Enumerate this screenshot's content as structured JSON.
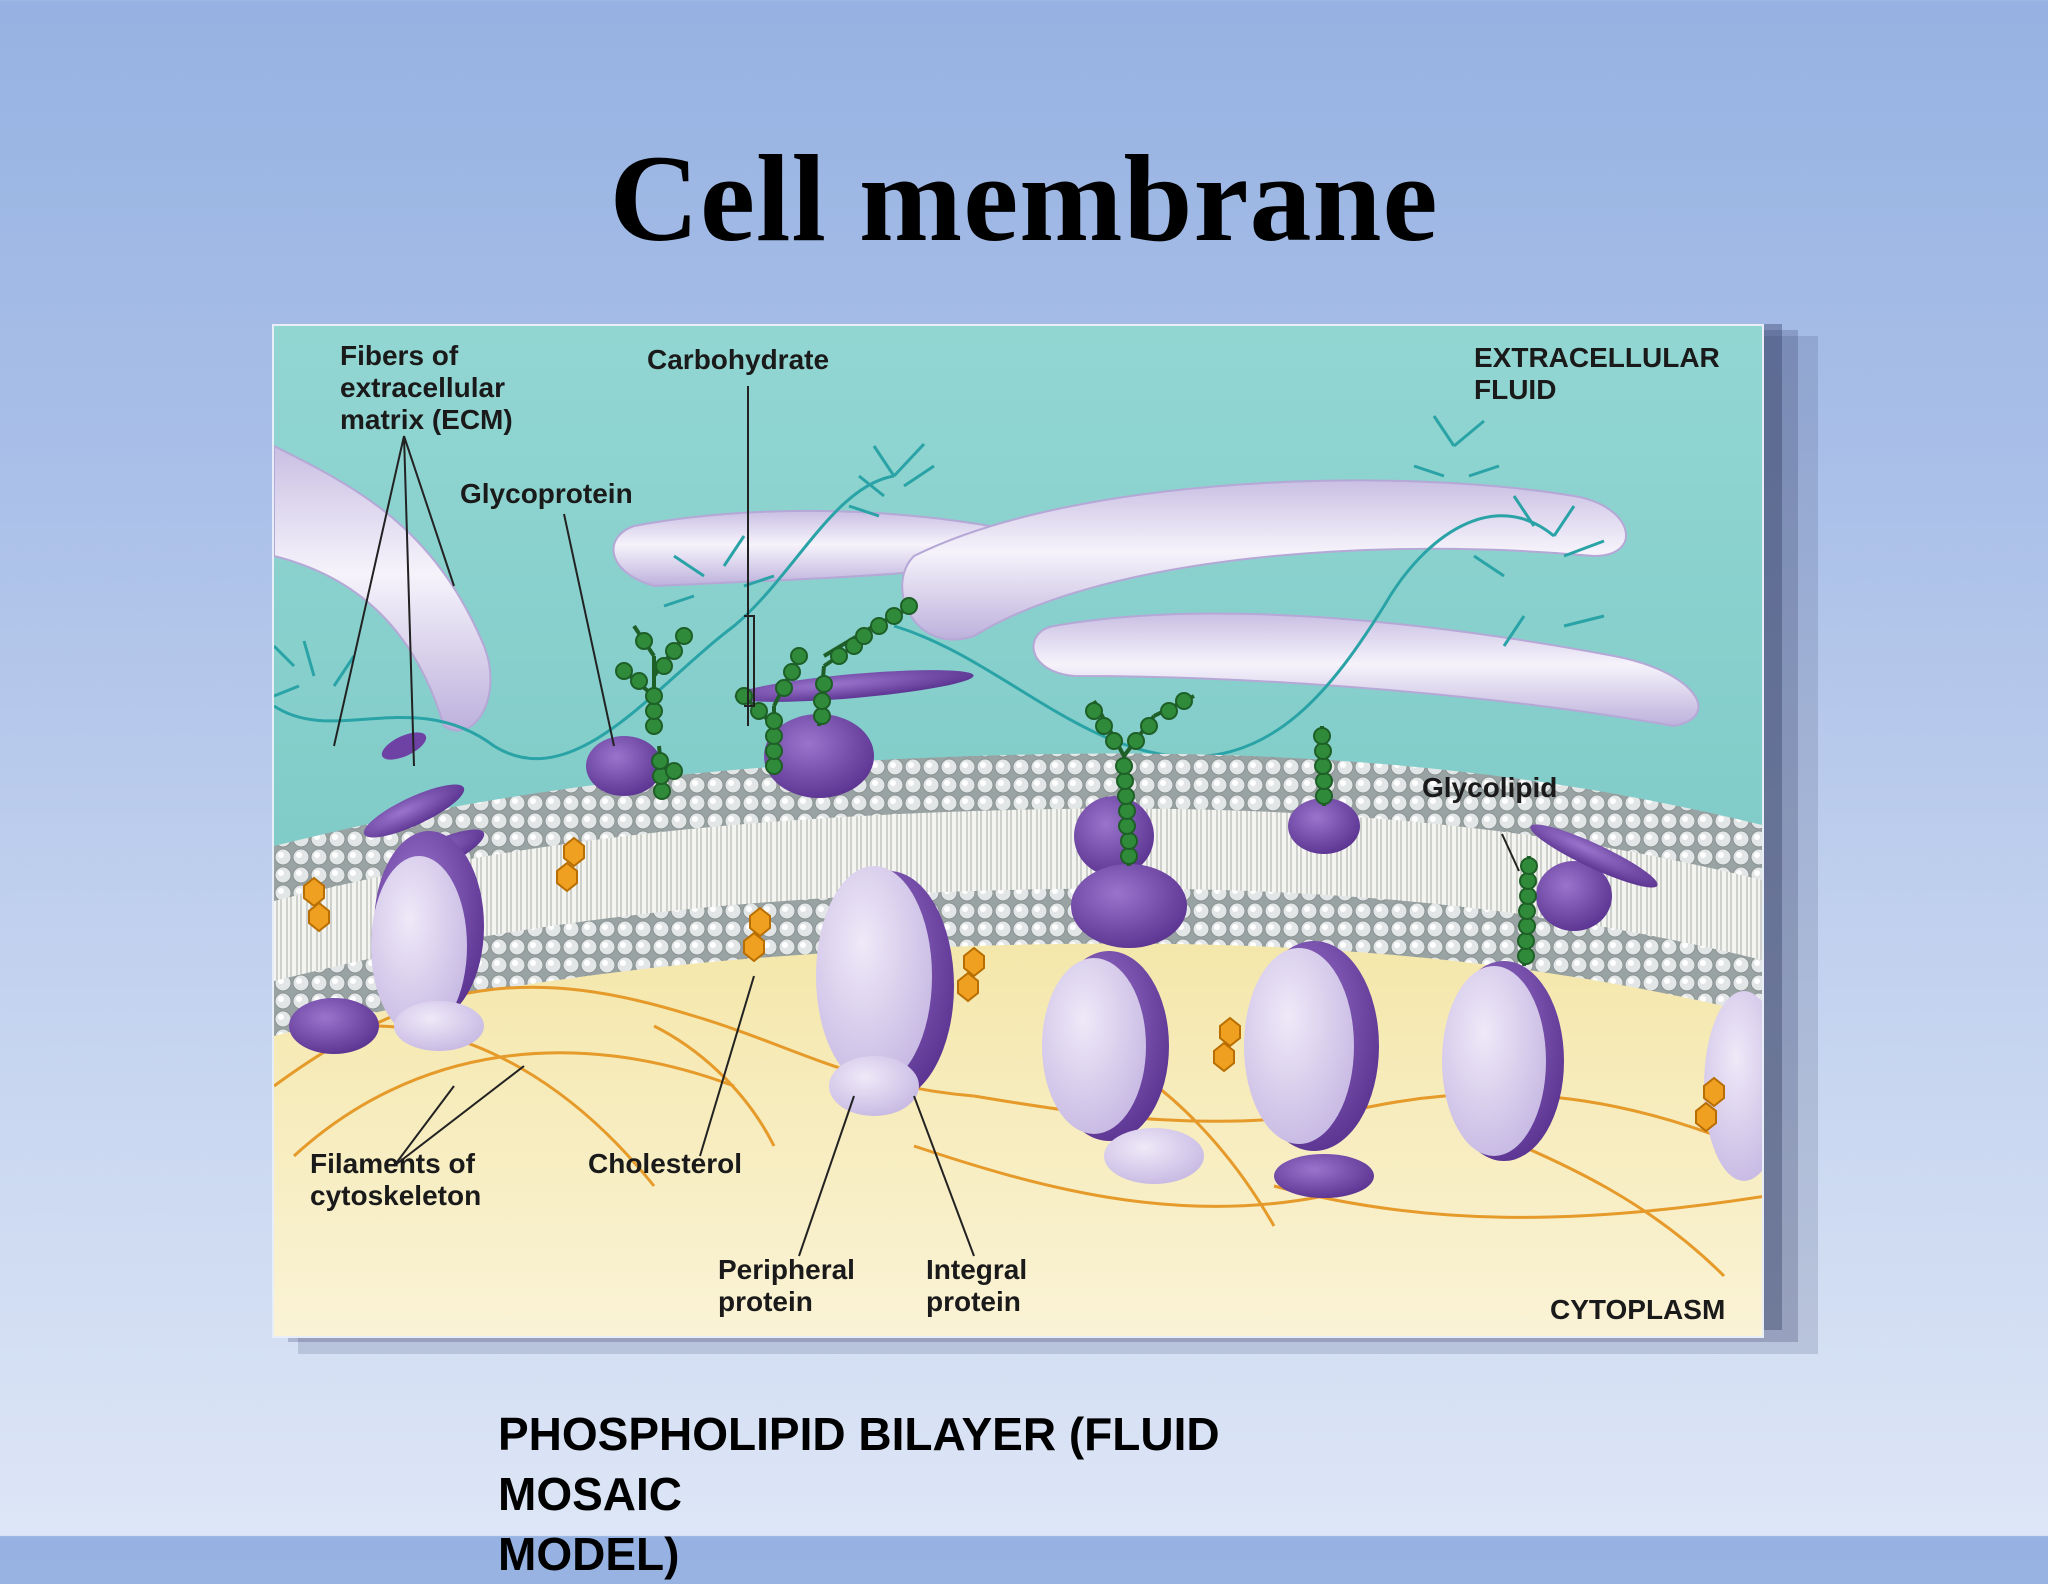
{
  "slide": {
    "title": "Cell membrane",
    "caption": "PHOSPHOLIPID BILAYER (FLUID MOSAIC\nMODEL)"
  },
  "diagram": {
    "labels": {
      "ecm_fibers": "Fibers of\nextracellular\nmatrix (ECM)",
      "carbohydrate": "Carbohydrate",
      "glycoprotein": "Glycoprotein",
      "extracellular_fluid": "EXTRACELLULAR\nFLUID",
      "glycolipid": "Glycolipid",
      "cytoskeleton_filaments": "Filaments of\ncytoskeleton",
      "cholesterol": "Cholesterol",
      "peripheral_protein": "Peripheral\nprotein",
      "integral_protein": "Integral\nprotein",
      "cytoplasm": "CYTOPLASM"
    },
    "colors": {
      "extracellular": "#8fd3d0",
      "cytoplasm": "#f6ecb8",
      "protein_dark": "#7a4fb0",
      "protein_light": "#d7cdeb",
      "carbohydrate": "#2f8a3a",
      "cholesterol": "#f0a020",
      "filaments": "#e59a2a",
      "fibers": "#ddd5ee"
    }
  }
}
